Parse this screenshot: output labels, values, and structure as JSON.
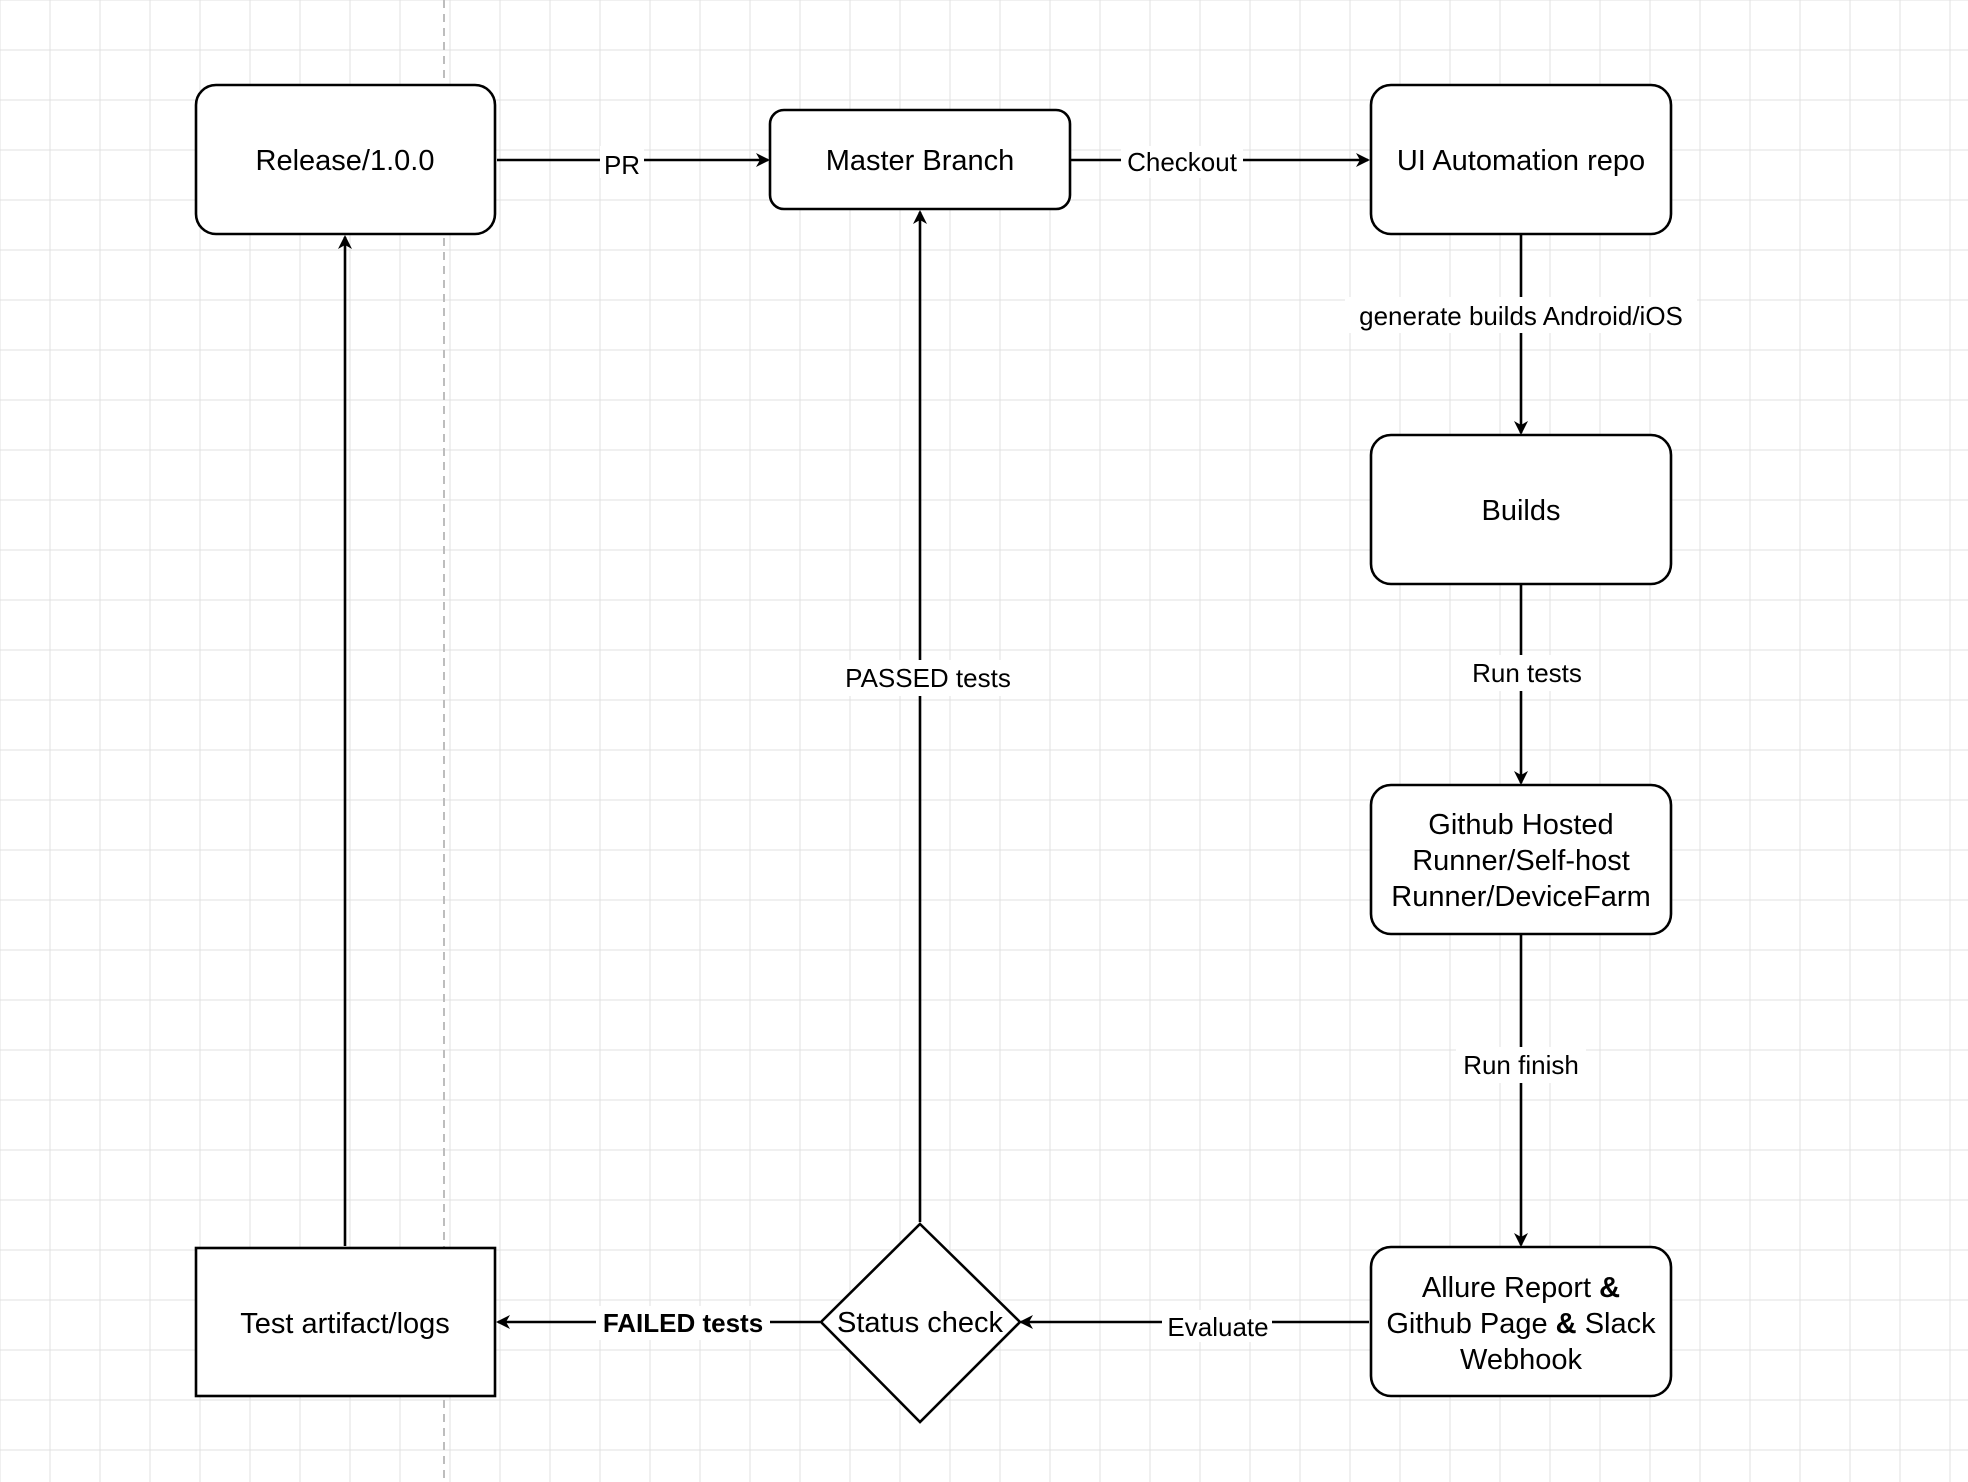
{
  "nodes": {
    "release": {
      "label": "Release/1.0.0"
    },
    "master": {
      "label": "Master Branch"
    },
    "ui_repo": {
      "label": "UI Automation repo"
    },
    "builds": {
      "label": "Builds"
    },
    "runner": {
      "lines": [
        "Github Hosted",
        "Runner/Self-host",
        "Runner/DeviceFarm"
      ]
    },
    "allure": {
      "lines": [
        "Allure Report",
        "Github Page",
        "Slack",
        "Webhook"
      ],
      "amp": "&"
    },
    "status": {
      "label": "Status check"
    },
    "artifact": {
      "label": "Test artifact/logs"
    }
  },
  "edges": {
    "pr": {
      "label": "PR"
    },
    "checkout": {
      "label": "Checkout"
    },
    "generate": {
      "label": "generate builds Android/iOS"
    },
    "run_tests": {
      "label": "Run tests"
    },
    "run_finish": {
      "label": "Run finish"
    },
    "evaluate": {
      "label": "Evaluate"
    },
    "failed": {
      "label": "FAILED tests",
      "color": "#ff4d1f"
    },
    "passed": {
      "label": "PASSED tests",
      "color": "#1ee31e"
    }
  },
  "colors": {
    "grid_line": "#e0e0e0",
    "stroke": "#000000",
    "background": "#ffffff"
  }
}
